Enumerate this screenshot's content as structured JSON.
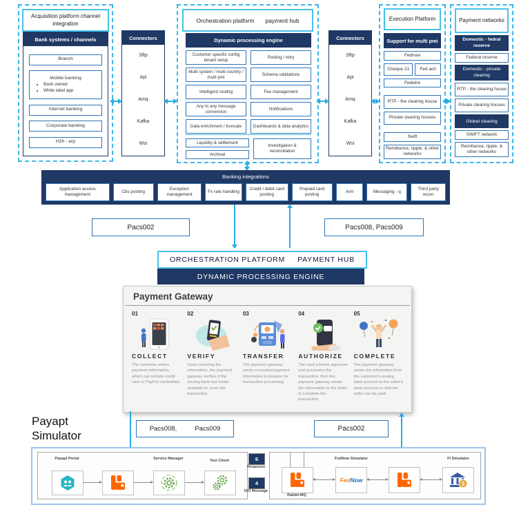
{
  "acquisition": {
    "title": "Acquisition platform channel integration",
    "header": "Bank systems / channels",
    "box_branch": "Branch",
    "mobile": {
      "title": "Mobile banking",
      "bullets": [
        "Bank owned",
        "White label app"
      ]
    },
    "box_internet": "Internet banking",
    "box_corporate": "Corporate banking",
    "box_h2h": "H2h - erp"
  },
  "connectors": {
    "header": "Connectors",
    "items": [
      "Sftp",
      "Api",
      "Amq",
      "Kafka",
      "Wsi"
    ]
  },
  "orchestration": {
    "title_left": "Orchestration platform",
    "title_right": "payment hub",
    "header": "Dynamic processing engine",
    "grid": [
      "Customer specific config tenant setup",
      "Posting / retry",
      "Multi system / multi country / multi pmi",
      "Schema validations",
      "Intelligent routing",
      "Fee management",
      "Any to any message conversion",
      "Notifications",
      "Data enrichment / truncate",
      "Dashboards & data analytics"
    ],
    "bottom_left": [
      "Liquidity & settlement",
      "Archival"
    ],
    "bottom_right": "Investigation & reconciliation"
  },
  "execution": {
    "title": "Execution Platform",
    "header": "Support for multi pmi",
    "r1": "Fednow",
    "r2a": "Cheque 21",
    "r2b": "Fed ach",
    "r3": "Fedwire",
    "r4": "RTP - the clearing house",
    "r5": "Private clearing houses",
    "r6": "Swift",
    "r7": "Remittance, ripple, & other networks"
  },
  "networks": {
    "title": "Payment networks",
    "h1": "Domestic - fedral reserve",
    "b1": "Federal reserve",
    "h2": "Domestic - private clearing",
    "b2": "RTP - the clearing house",
    "b3": "Private clearing houses",
    "h3": "Global clearing",
    "b4": "SWIFT network",
    "b5": "Remittance, ripple, & other networks"
  },
  "banking": {
    "label": "Banking integrations",
    "boxes": [
      "Application access management",
      "Cbs posting",
      "Exception management",
      "Fx rate handling",
      "Credit / debit card posting",
      "Prepaid card posting",
      "Aml",
      "Messaging - q",
      "Third party recon"
    ]
  },
  "pacs": {
    "p002": "Pacs002",
    "p008009": "Pacs008, Pacs009",
    "p008": "Pacs008,",
    "p009": "Pacs009"
  },
  "banner": {
    "line1a": "ORCHESTRATION PLATFORM",
    "line1b": "PAYMENT HUB",
    "line2": "DYNAMIC PROCESSING ENGINE"
  },
  "gateway": {
    "title": "Payment Gateway",
    "steps": [
      {
        "num": "01",
        "name": "COLLECT",
        "desc": "The customer enters payment information, which can include credit card or PayPal credentials."
      },
      {
        "num": "02",
        "name": "VERIFY",
        "desc": "Upon receiving the information, the payment gateway verifies if the issuing bank has funds available to cover the transaction."
      },
      {
        "num": "03",
        "name": "TRANSFER",
        "desc": "The payment gateway sends encrypted payment information to prepare for transaction processing."
      },
      {
        "num": "04",
        "name": "AUTHORIZE",
        "desc": "The card scheme approves and processes the transaction, then the payment gateway sends the information to the seller to complete the transaction."
      },
      {
        "num": "05",
        "name": "COMPLETE",
        "desc": "The payment gateway sends the information from the customer's issuing bank account to the seller's bank account so that the seller can be paid."
      }
    ]
  },
  "simulator": {
    "line1": "Payapt",
    "line2": "Simulator"
  },
  "bottom": {
    "portal_label": "Payapt Portal",
    "service_label": "Service Manager",
    "test_label": "Test Client",
    "response_badge": "6",
    "response_label": "Response",
    "iso_badge": "4",
    "iso_label": "ISO Message",
    "rabbit_label": "Rabbit-MQ",
    "fednow_label": "FedNow Simulator",
    "fednow_fed": "Fed",
    "fednow_now": "Now",
    "fi_label": "FI Simulator"
  },
  "colors": {
    "navy": "#1f3864",
    "cyan": "#29abe2",
    "box_border": "#2e74b5",
    "rabbit_orange": "#ff6600"
  }
}
